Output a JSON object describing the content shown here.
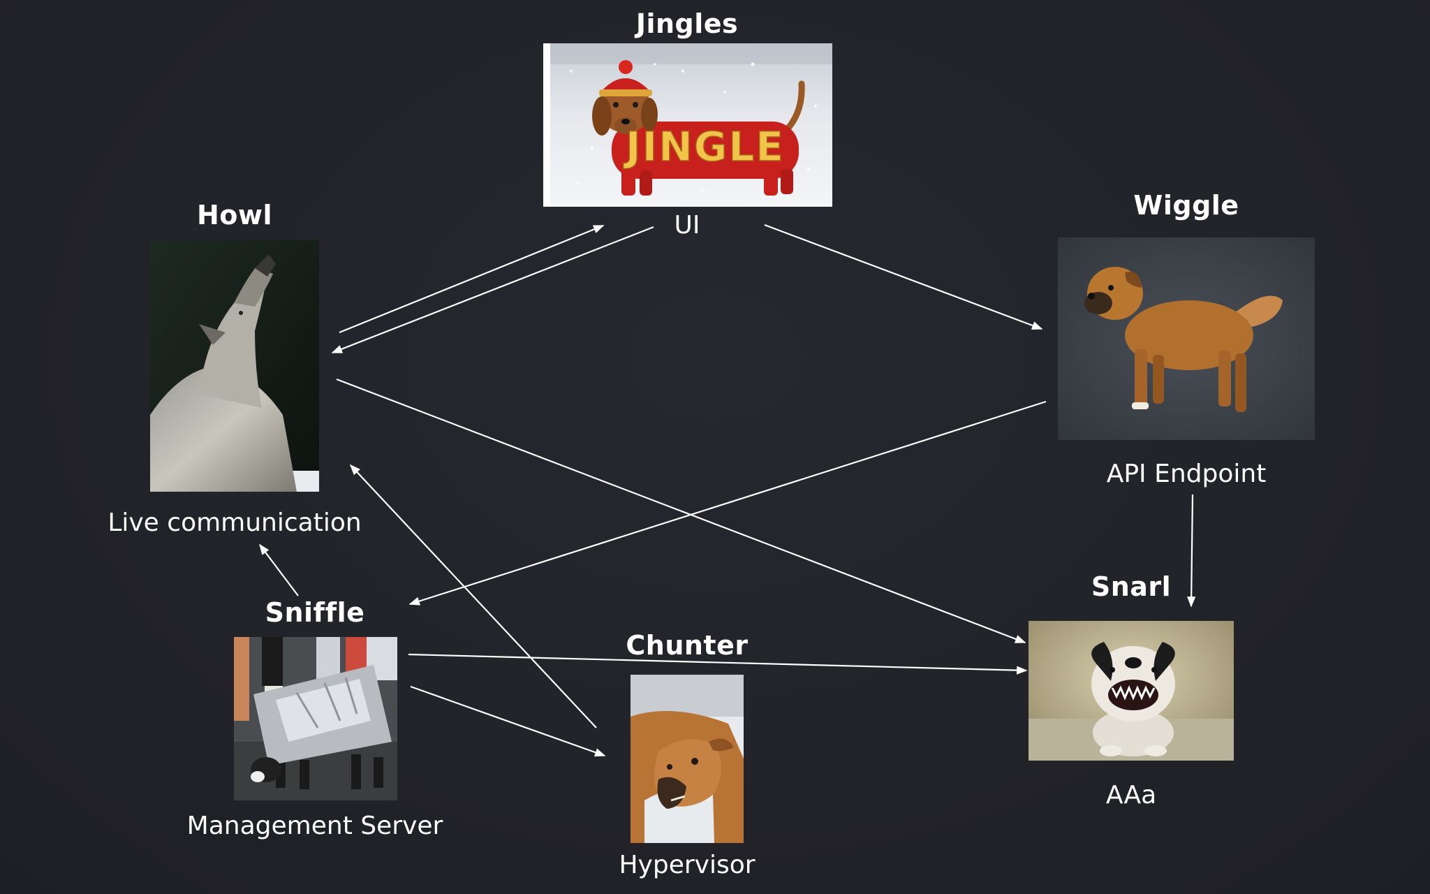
{
  "nodes": {
    "jingles": {
      "name": "Jingles",
      "role": "UI",
      "photo_text": "JINGLE"
    },
    "howl": {
      "name": "Howl",
      "role": "Live communication"
    },
    "wiggle": {
      "name": "Wiggle",
      "role": "API Endpoint"
    },
    "sniffle": {
      "name": "Sniffle",
      "role": "Management Server"
    },
    "chunter": {
      "name": "Chunter",
      "role": "Hypervisor"
    },
    "snarl": {
      "name": "Snarl",
      "role": "AAa"
    }
  },
  "edges": [
    {
      "from": "howl",
      "to": "jingles"
    },
    {
      "from": "jingles",
      "to": "howl"
    },
    {
      "from": "jingles",
      "to": "wiggle"
    },
    {
      "from": "howl",
      "to": "snarl"
    },
    {
      "from": "wiggle",
      "to": "sniffle"
    },
    {
      "from": "wiggle",
      "to": "snarl"
    },
    {
      "from": "sniffle",
      "to": "howl"
    },
    {
      "from": "sniffle",
      "to": "snarl"
    },
    {
      "from": "sniffle",
      "to": "chunter"
    },
    {
      "from": "chunter",
      "to": "howl"
    }
  ],
  "colors": {
    "background": "#22232a",
    "text": "#ffffff",
    "arrow": "#ffffff"
  }
}
